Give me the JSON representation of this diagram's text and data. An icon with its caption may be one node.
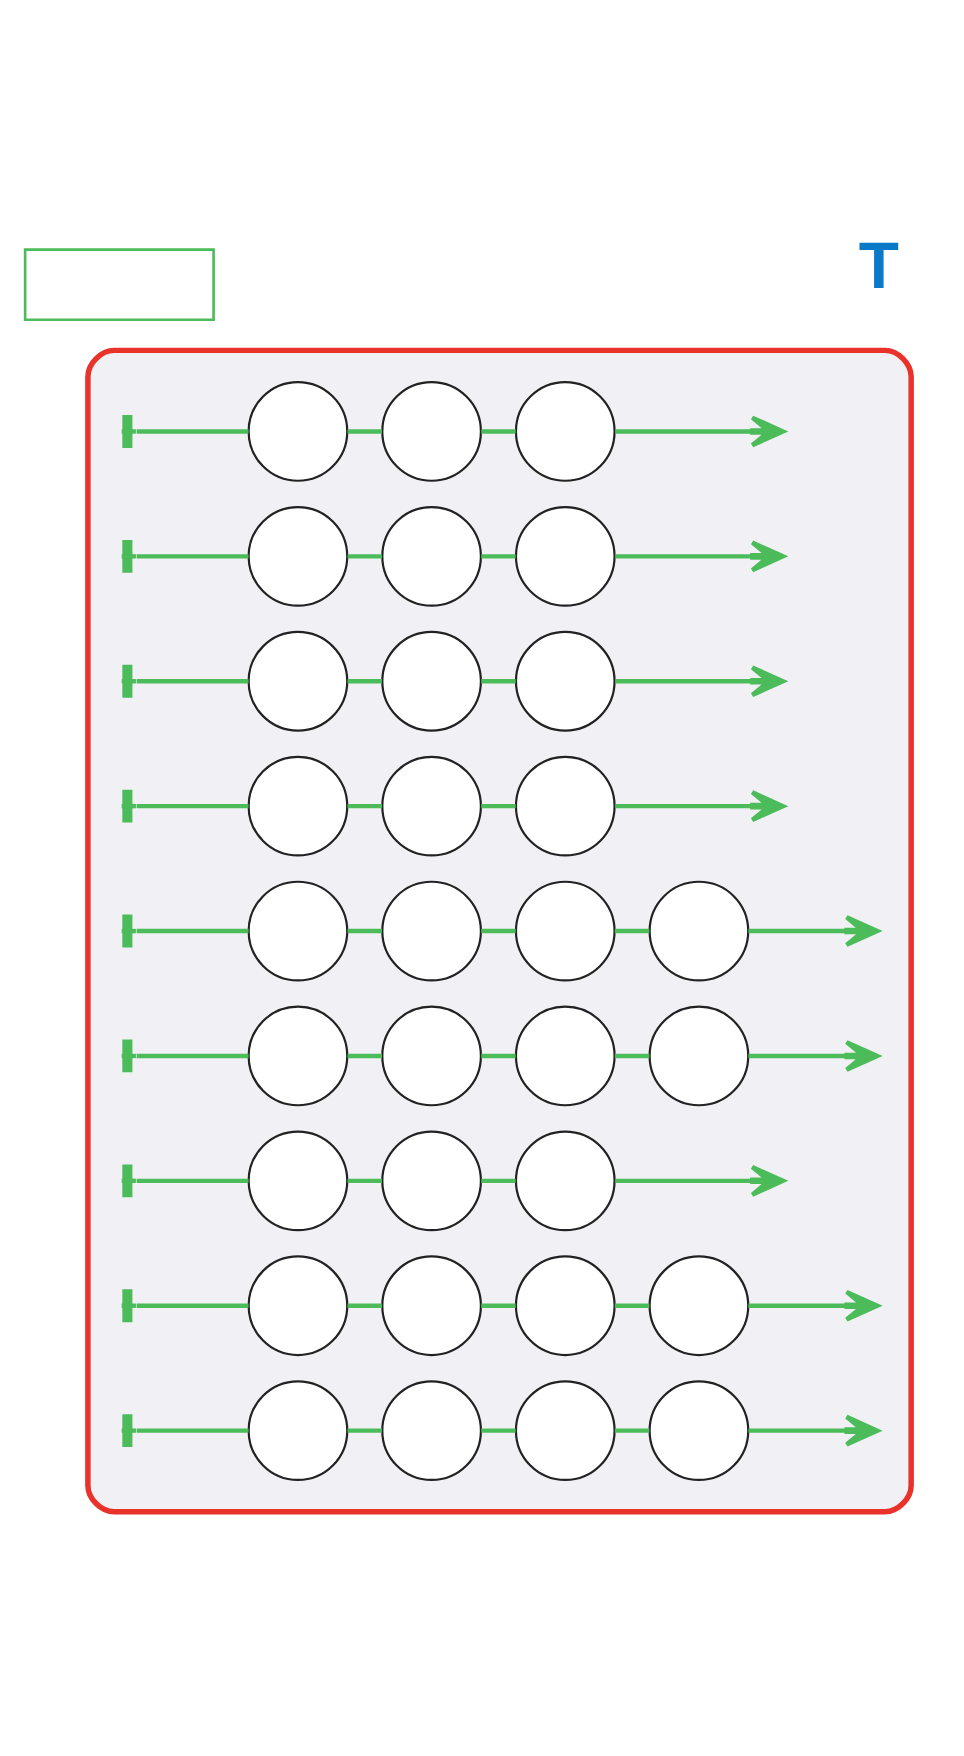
{
  "diagram": {
    "nodes": [
      {
        "text": [],
        "shape": "box"
      },
      {
        "text": [],
        "shape": "box"
      },
      {
        "text": [],
        "shape": "circle",
        "in": 1
      },
      {
        "text": [],
        "shape": "circle",
        "in": 1
      },
      {
        "text": [],
        "shape": "circle",
        "in": 1
      },
      {
        "text": [],
        "shape": "circle",
        "in": 1
      },
      {
        "text": [],
        "shape": "circle",
        "in": 1
      },
      {
        "text": [],
        "shape": "circle",
        "in": 1
      },
      {
        "text": [],
        "shape": "circle",
        "in": 1
      },
      {
        "text": [],
        "shape": "circle",
        "in": 1
      },
      {
        "text": [],
        "shape": "circle",
        "in": 1
      },
      {
        "text": [],
        "shape": "circle",
        "in": 1
      },
      {
        "text": [],
        "shape": "circle",
        "in": 1
      },
      {
        "text": [],
        "shape": "circle",
        "in": 1
      },
      {
        "text": [],
        "shape": "circle",
        "in": 1
      },
      {
        "text": [],
        "shape": "circle",
        "in": 1
      },
      {
        "text": [],
        "shape": "circle",
        "in": 1
      },
      {
        "text": [],
        "shape": "circle",
        "in": 1
      },
      {
        "text": [],
        "shape": "circle",
        "in": 1
      },
      {
        "text": [],
        "shape": "circle",
        "in": 1
      },
      {
        "text": [],
        "shape": "circle",
        "in": 1
      },
      {
        "text": [],
        "shape": "circle",
        "in": 1
      },
      {
        "text": [],
        "shape": "circle",
        "in": 1
      },
      {
        "text": [],
        "shape": "circle",
        "in": 1
      },
      {
        "text": [],
        "shape": "circle",
        "in": 1
      },
      {
        "text": [],
        "shape": "circle",
        "in": 1
      },
      {
        "text": [],
        "shape": "circle",
        "in": 1
      },
      {
        "text": [],
        "shape": "circle",
        "in": 1
      },
      {
        "text": [],
        "shape": "circle",
        "in": 1
      },
      {
        "text": [],
        "shape": "circle",
        "in": 1
      },
      {
        "text": [],
        "shape": "circle",
        "in": 1
      },
      {
        "text": [],
        "shape": "circle",
        "in": 1
      },
      {
        "text": [],
        "shape": "circle",
        "in": 1
      }
    ],
    "edges": [
      {
        "from": null,
        "to": 2,
        "arrow": "other"
      },
      {
        "from": 2,
        "to": 3,
        "arrow": "none"
      },
      {
        "from": 3,
        "to": 4,
        "arrow": "none"
      },
      {
        "from": 4,
        "to": null,
        "arrow": "to"
      },
      {
        "from": null,
        "to": 5,
        "arrow": "other"
      },
      {
        "from": 5,
        "to": 6,
        "arrow": "none"
      },
      {
        "from": 6,
        "to": 7,
        "arrow": "none"
      },
      {
        "from": 7,
        "to": null,
        "arrow": "to"
      },
      {
        "from": null,
        "to": 8,
        "arrow": "other"
      },
      {
        "from": 8,
        "to": 9,
        "arrow": "none"
      },
      {
        "from": 9,
        "to": 10,
        "arrow": "none"
      },
      {
        "from": 10,
        "to": null,
        "arrow": "to"
      },
      {
        "from": null,
        "to": 11,
        "arrow": "other"
      },
      {
        "from": 11,
        "to": 12,
        "arrow": "none"
      },
      {
        "from": 12,
        "to": 13,
        "arrow": "none"
      },
      {
        "from": 13,
        "to": null,
        "arrow": "to"
      },
      {
        "from": null,
        "to": 14,
        "arrow": "other"
      },
      {
        "from": 14,
        "to": 15,
        "arrow": "none"
      },
      {
        "from": 15,
        "to": 16,
        "arrow": "none"
      },
      {
        "from": 16,
        "to": 17,
        "arrow": "none"
      },
      {
        "from": 17,
        "to": null,
        "arrow": "to"
      },
      {
        "from": null,
        "to": 18,
        "arrow": "other"
      },
      {
        "from": 18,
        "to": 19,
        "arrow": "none"
      },
      {
        "from": 19,
        "to": 20,
        "arrow": "none"
      },
      {
        "from": 20,
        "to": 21,
        "arrow": "none"
      },
      {
        "from": 21,
        "to": null,
        "arrow": "to"
      },
      {
        "from": null,
        "to": 22,
        "arrow": "other"
      },
      {
        "from": 22,
        "to": 23,
        "arrow": "none"
      },
      {
        "from": 23,
        "to": 24,
        "arrow": "none"
      },
      {
        "from": 24,
        "to": null,
        "arrow": "to"
      },
      {
        "from": null,
        "to": 25,
        "arrow": "other"
      },
      {
        "from": 25,
        "to": 26,
        "arrow": "none"
      },
      {
        "from": 26,
        "to": 27,
        "arrow": "none"
      },
      {
        "from": 27,
        "to": 28,
        "arrow": "none"
      },
      {
        "from": 28,
        "to": null,
        "arrow": "to"
      },
      {
        "from": null,
        "to": 29,
        "arrow": "other"
      },
      {
        "from": 29,
        "to": 30,
        "arrow": "none"
      },
      {
        "from": 30,
        "to": 31,
        "arrow": "none"
      },
      {
        "from": 31,
        "to": 32,
        "arrow": "none"
      },
      {
        "from": 32,
        "to": null,
        "arrow": "to"
      }
    ],
    "labels": [
      "T"
    ]
  }
}
